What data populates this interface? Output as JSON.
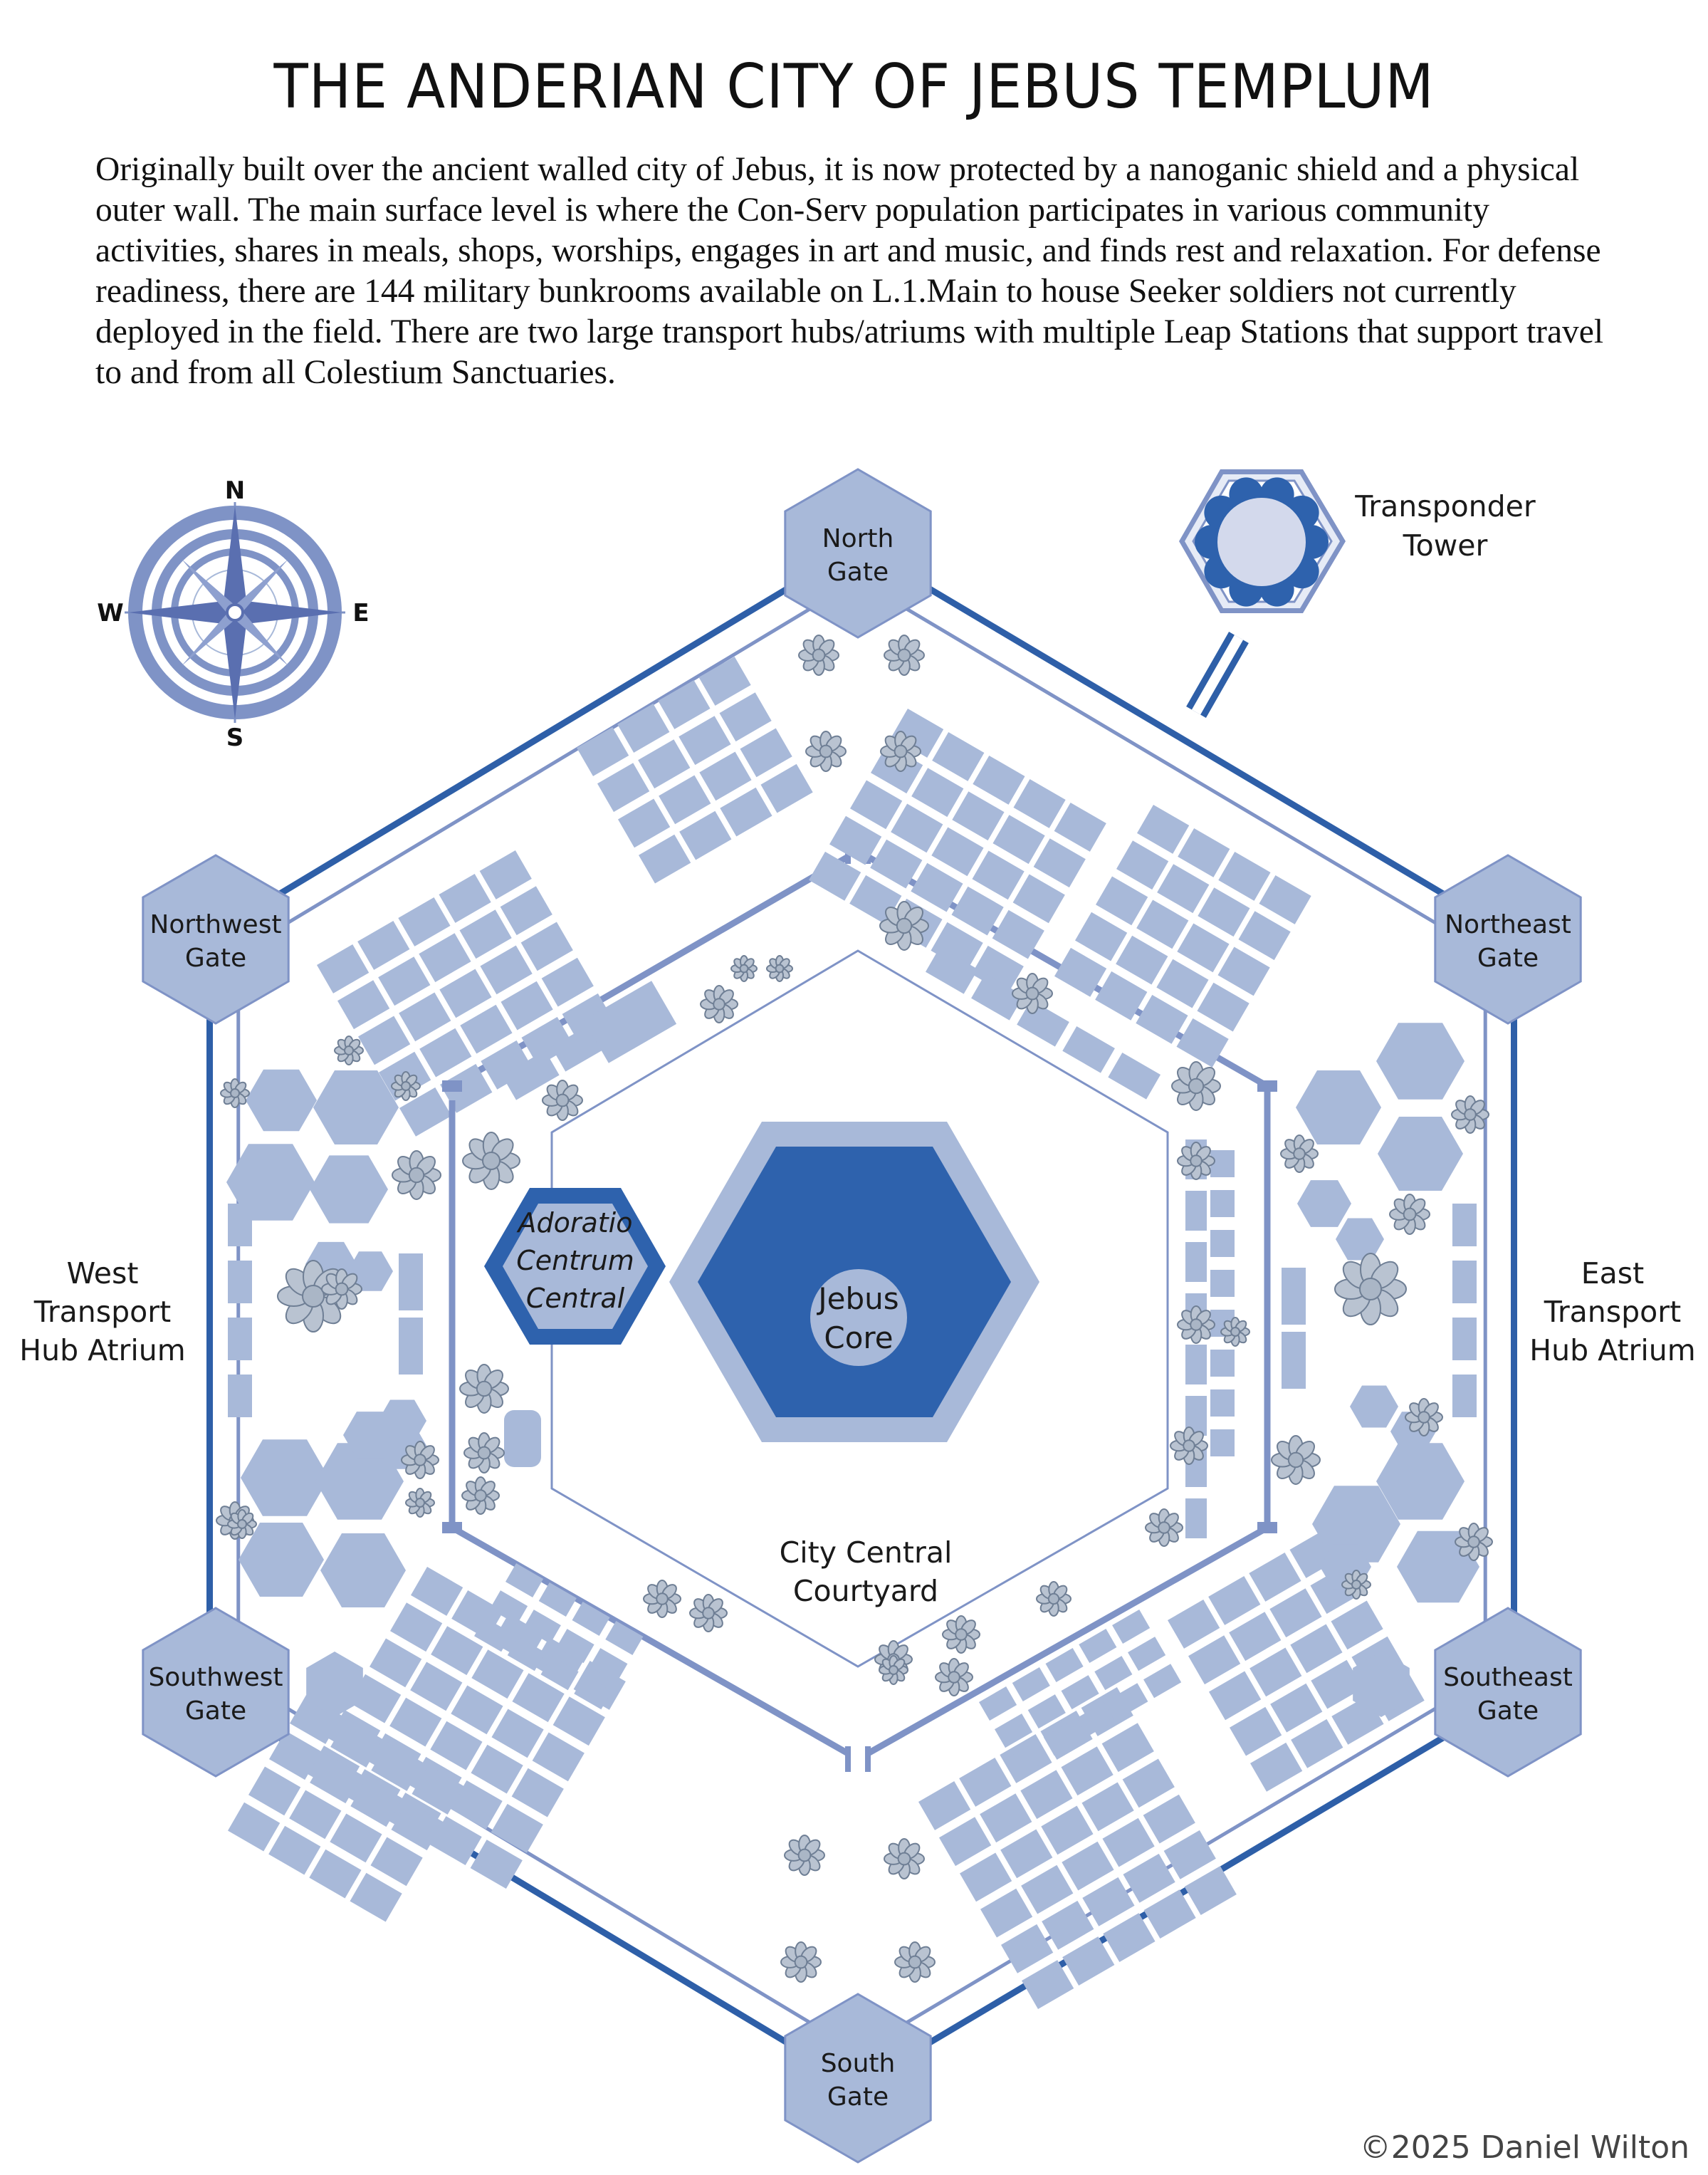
{
  "title": "THE ANDERIAN CITY OF JEBUS TEMPLUM",
  "description": "Originally built over the ancient walled city of Jebus, it is now protected by a nanoganic shield and a physical outer wall. The main surface level is where the Con-Serv population participates in various community activities, shares in meals, shops, worships, engages in art and music, and finds rest and relaxation. For defense readiness, there are 144 military bunkrooms available on L.1.Main to house Seeker soldiers not currently deployed in the field. There are two large transport hubs/atriums with multiple Leap Stations that support travel to and from all Colestium Sanctuaries.",
  "compass": {
    "n": "N",
    "s": "S",
    "e": "E",
    "w": "W"
  },
  "gates": {
    "north": [
      "North",
      "Gate"
    ],
    "northeast": [
      "Northeast",
      "Gate"
    ],
    "southeast": [
      "Southeast",
      "Gate"
    ],
    "south": [
      "South",
      "Gate"
    ],
    "southwest": [
      "Southwest",
      "Gate"
    ],
    "northwest": [
      "Northwest",
      "Gate"
    ]
  },
  "tower": [
    "Transponder",
    "Tower"
  ],
  "west_hub": [
    "West",
    "Transport",
    "Hub Atrium"
  ],
  "east_hub": [
    "East",
    "Transport",
    "Hub Atrium"
  ],
  "core": [
    "Jebus",
    "Core"
  ],
  "adoratio": [
    "Adoratio",
    "Centrum",
    "Central"
  ],
  "courtyard": [
    "City Central",
    "Courtyard"
  ],
  "copyright": "©2025 Daniel Wilton",
  "colors": {
    "wall": "#2e5fa8",
    "light_fill": "#a8b9d9",
    "structure": "#7f93c6",
    "core": "#2e62ad",
    "plant": "#b9c3d1"
  }
}
